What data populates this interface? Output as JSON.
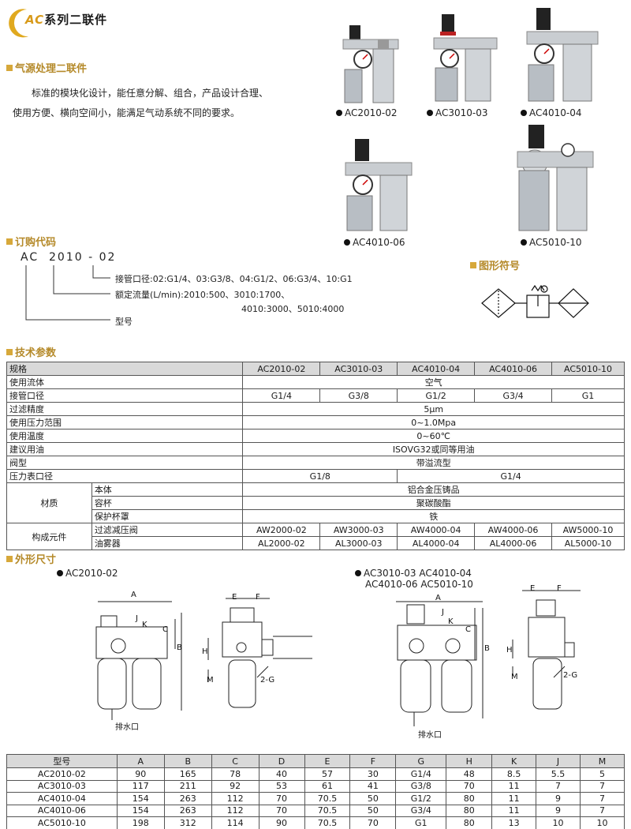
{
  "header": {
    "title_prefix": "AC",
    "title_suffix": "系列二联件"
  },
  "sections": {
    "air_source": "气源处理二联件",
    "order_code": "订购代码",
    "symbol": "图形符号",
    "tech_params": "技术参数",
    "dimensions": "外形尺寸"
  },
  "intro": {
    "line1": "标准的模块化设计，能任意分解、组合，产品设计合理、",
    "line2": "使用方便、横向空间小，能满足气动系统不同的要求。"
  },
  "products": [
    {
      "model": "AC2010-02"
    },
    {
      "model": "AC3010-03"
    },
    {
      "model": "AC4010-04"
    },
    {
      "model": "AC4010-06"
    },
    {
      "model": "AC5010-10"
    }
  ],
  "order_code": {
    "prefix": "AC",
    "series": "2010",
    "port": "02",
    "port_desc": "接管口径:02:G1/4、03:G3/8、04:G1/2、06:G3/4、10:G1",
    "flow_desc": "额定流量(L/min):2010:500、3010:1700、",
    "flow_desc2": "4010:3000、5010:4000",
    "model_label": "型号"
  },
  "spec_table": {
    "header": [
      "规格",
      "AC2010-02",
      "AC3010-03",
      "AC4010-04",
      "AC4010-06",
      "AC5010-10"
    ],
    "fluid": {
      "label": "使用流体",
      "value": "空气"
    },
    "port": {
      "label": "接管口径",
      "values": [
        "G1/4",
        "G3/8",
        "G1/2",
        "G3/4",
        "G1"
      ]
    },
    "filtration": {
      "label": "过滤精度",
      "value": "5μm"
    },
    "pressure": {
      "label": "使用压力范围",
      "value": "0~1.0Mpa"
    },
    "temperature": {
      "label": "使用温度",
      "value": "0~60℃"
    },
    "oil": {
      "label": "建议用油",
      "value": "ISOVG32或同等用油"
    },
    "valve": {
      "label": "阀型",
      "value": "带溢流型"
    },
    "gauge_port": {
      "label": "压力表口径",
      "value_a": "G1/8",
      "value_b": "G1/4"
    },
    "material": {
      "label": "材质",
      "body": {
        "label": "本体",
        "value": "铝合金压铸品"
      },
      "bowl": {
        "label": "容杯",
        "value": "聚碳酸酯"
      },
      "guard": {
        "label": "保护杯罩",
        "value": "铁"
      }
    },
    "components": {
      "label": "构成元件",
      "regulator": {
        "label": "过滤减压阀",
        "values": [
          "AW2000-02",
          "AW3000-03",
          "AW4000-04",
          "AW4000-06",
          "AW5000-10"
        ]
      },
      "lubricator": {
        "label": "油雾器",
        "values": [
          "AL2000-02",
          "AL3000-03",
          "AL4000-04",
          "AL4000-06",
          "AL5000-10"
        ]
      }
    }
  },
  "dim_captions": {
    "left": "AC2010-02",
    "right_line1": "AC3010-03  AC4010-04",
    "right_line2": "AC4010-06  AC5010-10"
  },
  "drawing_labels": {
    "A": "A",
    "B": "B",
    "C": "C",
    "E": "E",
    "F": "F",
    "H": "H",
    "J": "J",
    "K": "K",
    "M": "M",
    "G": "2-G",
    "drain": "排水口"
  },
  "dim_table": {
    "header": [
      "型号",
      "A",
      "B",
      "C",
      "D",
      "E",
      "F",
      "G",
      "H",
      "K",
      "J",
      "M"
    ],
    "rows": [
      [
        "AC2010-02",
        "90",
        "165",
        "78",
        "40",
        "57",
        "30",
        "G1/4",
        "48",
        "8.5",
        "5.5",
        "5"
      ],
      [
        "AC3010-03",
        "117",
        "211",
        "92",
        "53",
        "61",
        "41",
        "G3/8",
        "70",
        "11",
        "7",
        "7"
      ],
      [
        "AC4010-04",
        "154",
        "263",
        "112",
        "70",
        "70.5",
        "50",
        "G1/2",
        "80",
        "11",
        "9",
        "7"
      ],
      [
        "AC4010-06",
        "154",
        "263",
        "112",
        "70",
        "70.5",
        "50",
        "G3/4",
        "80",
        "11",
        "9",
        "7"
      ],
      [
        "AC5010-10",
        "198",
        "312",
        "114",
        "90",
        "70.5",
        "70",
        "G1",
        "80",
        "13",
        "10",
        "10"
      ]
    ]
  },
  "colors": {
    "accent": "#d7a83a",
    "section_text": "#b58a2a",
    "table_header": "#d9d9d9"
  }
}
